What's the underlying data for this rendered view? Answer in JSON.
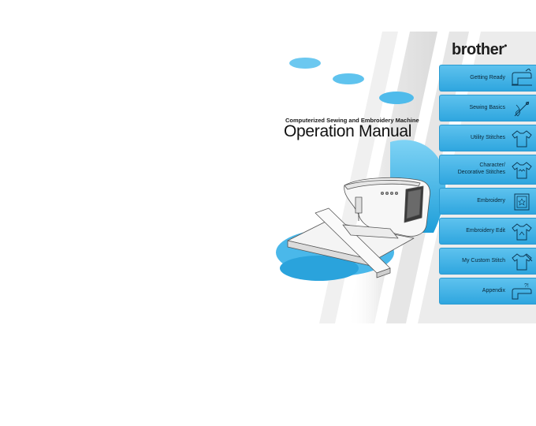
{
  "cover": {
    "brand": "brother",
    "subtitle": "Computerized Sewing and Embroidery Machine",
    "title": "Operation Manual"
  },
  "colors": {
    "tab_fill": "#3fb0e6",
    "accent_blue": "#29a8e0",
    "stripe_gray": "#dcdcdc"
  },
  "tabs": [
    {
      "label": "Getting Ready",
      "icon": "machine-icon"
    },
    {
      "label": "Sewing Basics",
      "icon": "needle-thread-icon"
    },
    {
      "label": "Utility Stitches",
      "icon": "shirt-icon"
    },
    {
      "label": "Character/\nDecorative Stitches",
      "icon": "shirt-pattern-icon"
    },
    {
      "label": "Embroidery",
      "icon": "embroidery-frame-icon"
    },
    {
      "label": "Embroidery Edit",
      "icon": "shirt-edit-icon"
    },
    {
      "label": "My Custom Stitch",
      "icon": "custom-stitch-icon"
    },
    {
      "label": "Appendix",
      "icon": "machine-help-icon"
    }
  ]
}
